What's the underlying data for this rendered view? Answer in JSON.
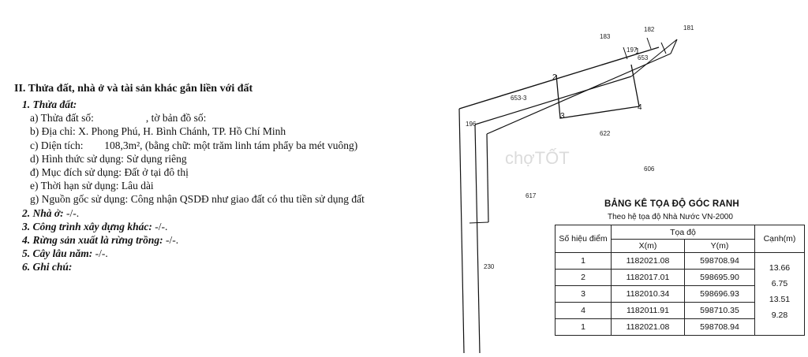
{
  "section": {
    "title": "II. Thửa đất, nhà ở và tài sản khác gắn liền với đất",
    "land": {
      "heading": "1. Thửa đất:",
      "parcel_no_label": "a) Thửa đất số:",
      "map_sheet_label": ", tờ bản đồ số:",
      "address_label": "b) Địa chỉ:",
      "address_value": "X. Phong Phú, H. Bình Chánh, TP. Hồ Chí Minh",
      "area_label": "c) Diện tích:",
      "area_value": "108,3m², (bằng chữ: một trăm linh tám phẩy ba mét vuông)",
      "use_form_label": "d) Hình thức sử dụng:",
      "use_form_value": "Sử dụng riêng",
      "purpose_label": "đ) Mục đích sử dụng:",
      "purpose_value": "Đất ở tại đô thị",
      "term_label": "e) Thời hạn sử dụng:",
      "term_value": "Lâu dài",
      "origin_label": "g) Nguồn gốc sử dụng:",
      "origin_value": "Công nhận QSDĐ như giao đất có thu tiền sử dụng đất"
    },
    "items": [
      {
        "label": "2. Nhà ở:",
        "value": "-/-."
      },
      {
        "label": "3. Công trình xây dựng khác:",
        "value": "-/-."
      },
      {
        "label": "4. Rừng sản xuất là rừng trồng:",
        "value": "-/-."
      },
      {
        "label": "5. Cây lâu năm:",
        "value": "-/-."
      },
      {
        "label": "6. Ghi chú:",
        "value": ""
      }
    ]
  },
  "map": {
    "parcel_labels": [
      "183",
      "182",
      "181",
      "197",
      "653",
      "653-3",
      "196",
      "622",
      "606",
      "617",
      "230"
    ],
    "point_labels": [
      "1",
      "2",
      "3",
      "4"
    ],
    "watermark": "chợTỐT"
  },
  "table": {
    "title": "BẢNG KÊ TỌA ĐỘ GÓC RANH",
    "subtitle": "Theo hệ tọa độ Nhà Nước VN-2000",
    "headers": {
      "point": "Số hiệu điểm",
      "coord": "Tọa độ",
      "x": "X(m)",
      "y": "Y(m)",
      "edge": "Cạnh(m)"
    },
    "rows": [
      {
        "point": "1",
        "x": "1182021.08",
        "y": "598708.94"
      },
      {
        "point": "2",
        "x": "1182017.01",
        "y": "598695.90"
      },
      {
        "point": "3",
        "x": "1182010.34",
        "y": "598696.93"
      },
      {
        "point": "4",
        "x": "1182011.91",
        "y": "598710.35"
      },
      {
        "point": "1",
        "x": "1182021.08",
        "y": "598708.94"
      }
    ],
    "edges": [
      "13.66",
      "6.75",
      "13.51",
      "9.28"
    ]
  }
}
